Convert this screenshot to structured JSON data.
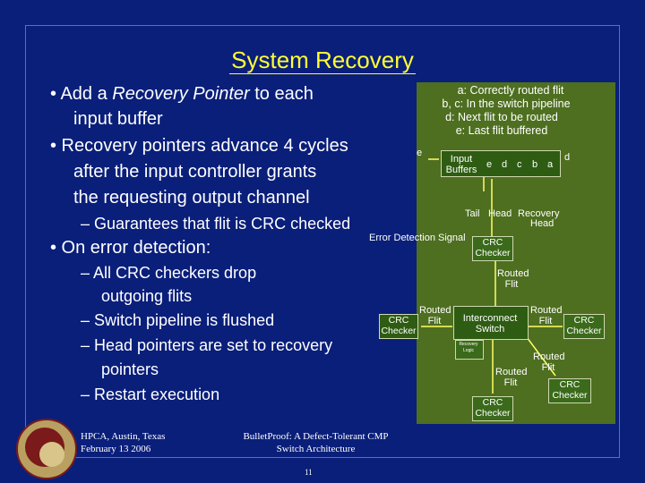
{
  "title": "System Recovery",
  "bullets": {
    "b1_line1a": "• Add a ",
    "b1_em": "Recovery Pointer",
    "b1_line1b": " to each",
    "b1_line2": "input buffer",
    "b2_line1": "• Recovery pointers advance 4 cycles",
    "b2_line2": "after the input controller grants",
    "b2_line3": "the requesting output channel",
    "b2_sub1": "– Guarantees that flit is CRC checked",
    "b3": "• On error detection:",
    "b3_sub1a": "– All CRC checkers drop",
    "b3_sub1b": "outgoing flits",
    "b3_sub2": "– Switch pipeline is flushed",
    "b3_sub3": "– Head pointers are set to recovery",
    "b3_sub3b": "pointers",
    "b3_sub4": "– Restart execution"
  },
  "legend": {
    "a": "a: Correctly routed flit",
    "bc": "b, c: In the switch pipeline",
    "d": "d: Next flit to be routed",
    "e": "e: Last flit buffered"
  },
  "diagram": {
    "flit_e": "e",
    "flit_d": "d",
    "input_buffers": "Input Buffers",
    "buffer_cells": [
      "e",
      "d",
      "c",
      "b",
      "a"
    ],
    "tail": "Tail",
    "head": "Head",
    "recovery": "Recovery",
    "error_detection_signal": "Error Detection Signal",
    "crc_checker": "CRC Checker",
    "routed_flit": "Routed Flit",
    "interconnect_switch": "Interconnect Switch",
    "recovery_logic": "Recovery Logic"
  },
  "footer": {
    "venue_line1": "HPCA, Austin, Texas",
    "venue_line2": "February 13 2006",
    "paper_line1": "BulletProof: A Defect-Tolerant CMP",
    "paper_line2": "Switch Architecture",
    "page": "11"
  },
  "colors": {
    "background": "#0a1f7a",
    "title": "#ffff33",
    "diagram_bg": "#4e6f20"
  }
}
